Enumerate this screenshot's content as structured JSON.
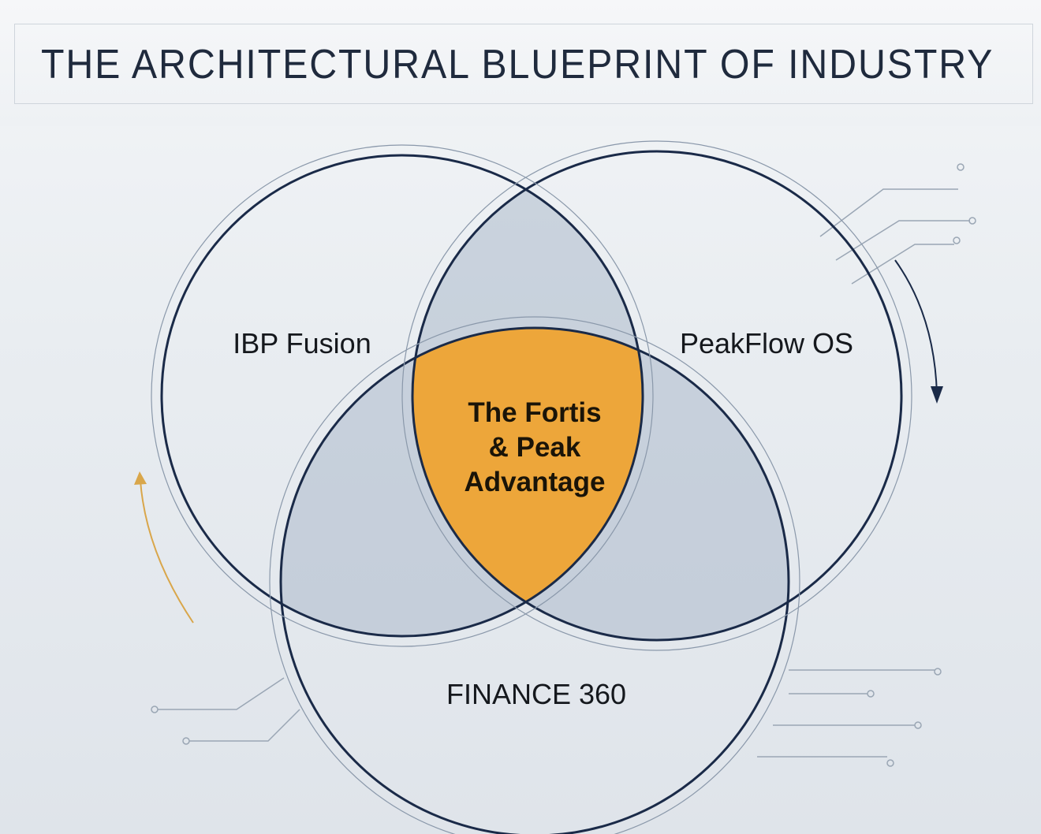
{
  "title": "THE ARCHITECTURAL BLUEPRINT OF INDUSTRY",
  "circles": {
    "left": "IBP Fusion",
    "right": "PeakFlow OS",
    "bottom": "FINANCE 360"
  },
  "center": {
    "line1": "The Fortis",
    "line2": "& Peak",
    "line3": "Advantage"
  },
  "colors": {
    "outline": "#1a2a48",
    "overlap": "#9fb0c4",
    "center_fill": "#eda63a",
    "title": "#1f2a3d"
  }
}
